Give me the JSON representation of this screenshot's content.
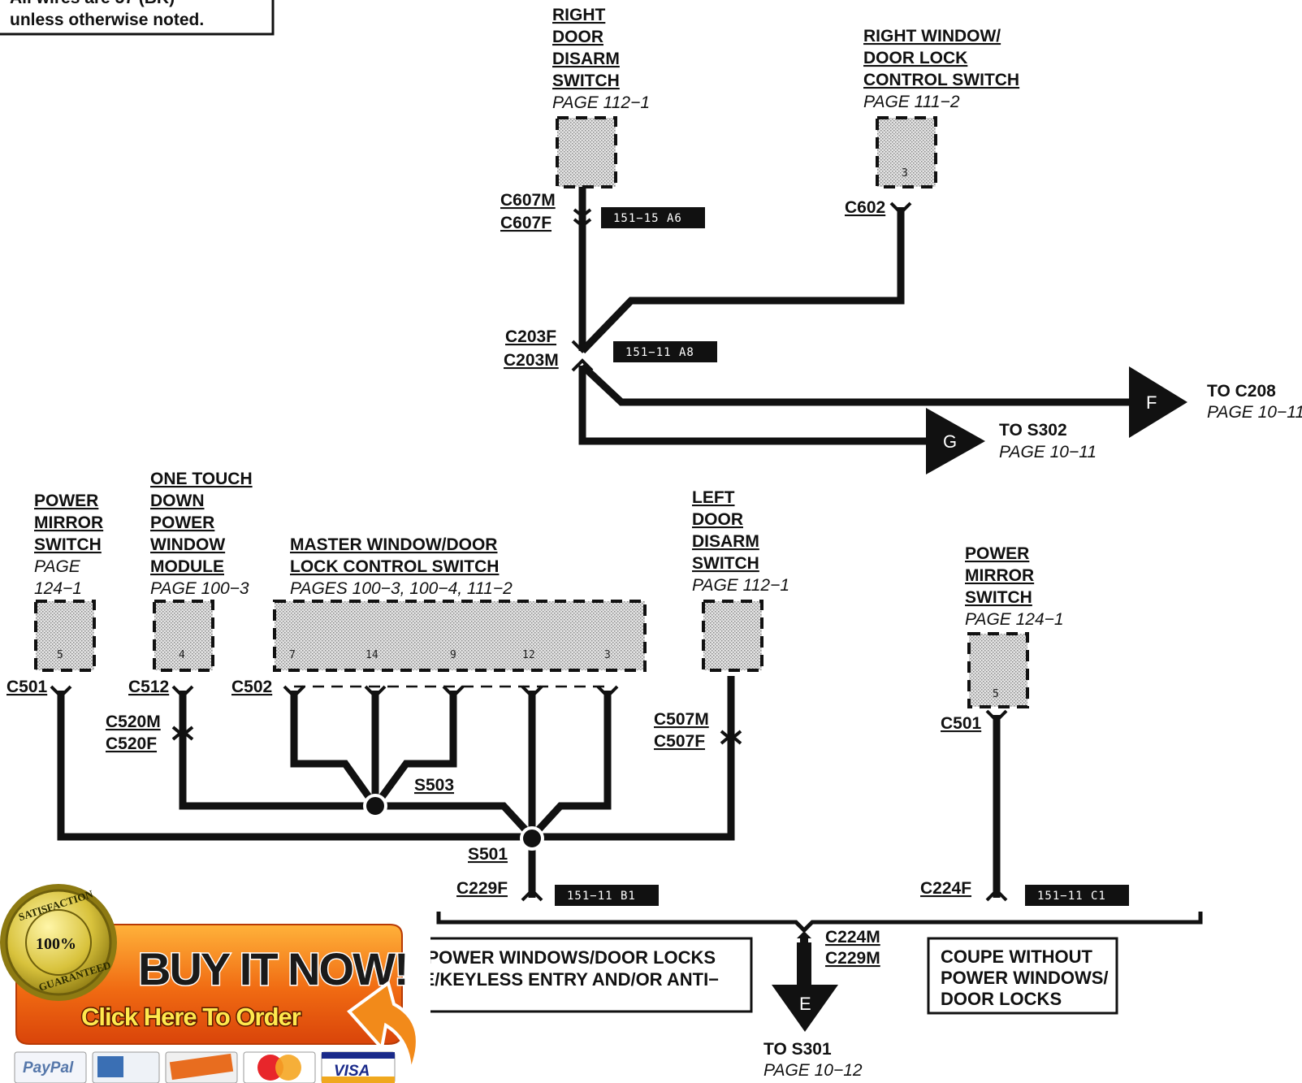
{
  "note": {
    "line1": "All wires are 57 (BK)",
    "line2": "unless otherwise noted."
  },
  "components": {
    "right_door_disarm": {
      "lines": [
        "RIGHT",
        "DOOR",
        "DISARM",
        "SWITCH"
      ],
      "page": "PAGE 112−1"
    },
    "right_window_door_lock": {
      "lines": [
        "RIGHT WINDOW/",
        "DOOR LOCK",
        "CONTROL SWITCH"
      ],
      "page": "PAGE 111−2",
      "pin": "3"
    },
    "power_mirror_left": {
      "lines": [
        "POWER",
        "MIRROR",
        "SWITCH"
      ],
      "page_lines": [
        "PAGE",
        "124−1"
      ],
      "pin": "5"
    },
    "one_touch_down": {
      "lines": [
        "ONE TOUCH",
        "DOWN",
        "POWER",
        "WINDOW",
        "MODULE"
      ],
      "page": "PAGE 100−3",
      "pin": "4"
    },
    "master_window": {
      "lines": [
        "MASTER WINDOW/DOOR",
        "LOCK CONTROL SWITCH"
      ],
      "page": "PAGES 100−3, 100−4, 111−2",
      "pins": [
        "7",
        "14",
        "9",
        "12",
        "3"
      ]
    },
    "left_door_disarm": {
      "lines": [
        "LEFT",
        "DOOR",
        "DISARM",
        "SWITCH"
      ],
      "page": "PAGE 112−1"
    },
    "power_mirror_right": {
      "lines": [
        "POWER",
        "MIRROR",
        "SWITCH"
      ],
      "page": "PAGE 124−1",
      "pin": "5"
    }
  },
  "connectors": {
    "c607m": "C607M",
    "c607f": "C607F",
    "c602": "C602",
    "c203f": "C203F",
    "c203m": "C203M",
    "c501a": "C501",
    "c512": "C512",
    "c502": "C502",
    "c520m": "C520M",
    "c520f": "C520F",
    "c507m": "C507M",
    "c507f": "C507F",
    "c501b": "C501",
    "s503": "S503",
    "s501": "S501",
    "c229f": "C229F",
    "c224f": "C224F",
    "c224m": "C224M",
    "c229m": "C229M"
  },
  "tags": {
    "t1": "151−15 A6",
    "t2": "151−11 A8",
    "t3": "151−11 B1",
    "t4": "151−11 C1"
  },
  "arrows": {
    "f": {
      "letter": "F",
      "to": "TO C208",
      "page": "PAGE 10−11"
    },
    "g": {
      "letter": "G",
      "to": "TO S302",
      "page": "PAGE 10−11"
    },
    "e": {
      "letter": "E",
      "to": "TO S301",
      "page": "PAGE 10−12"
    }
  },
  "notes_bottom": {
    "left_line1": "TH POWER WINDOWS/DOOR LOCKS",
    "left_line2": "OTE/KEYLESS ENTRY AND/OR ANTI−",
    "right_lines": [
      "COUPE WITHOUT",
      "POWER WINDOWS/",
      "DOOR LOCKS"
    ]
  },
  "ad": {
    "seal_top": "SATISFACTION",
    "seal_pct": "100%",
    "seal_bottom": "GUARANTEED",
    "title": "BUY IT NOW!",
    "subtitle": "Click Here To Order",
    "cards": [
      "PayPal",
      "American Express Cards",
      "DISCOVER NOVUS",
      "MasterCard",
      "VISA"
    ],
    "colors": {
      "orange": "#f06a12",
      "yellow": "#ffe94d",
      "gold": "#c9b431"
    }
  }
}
